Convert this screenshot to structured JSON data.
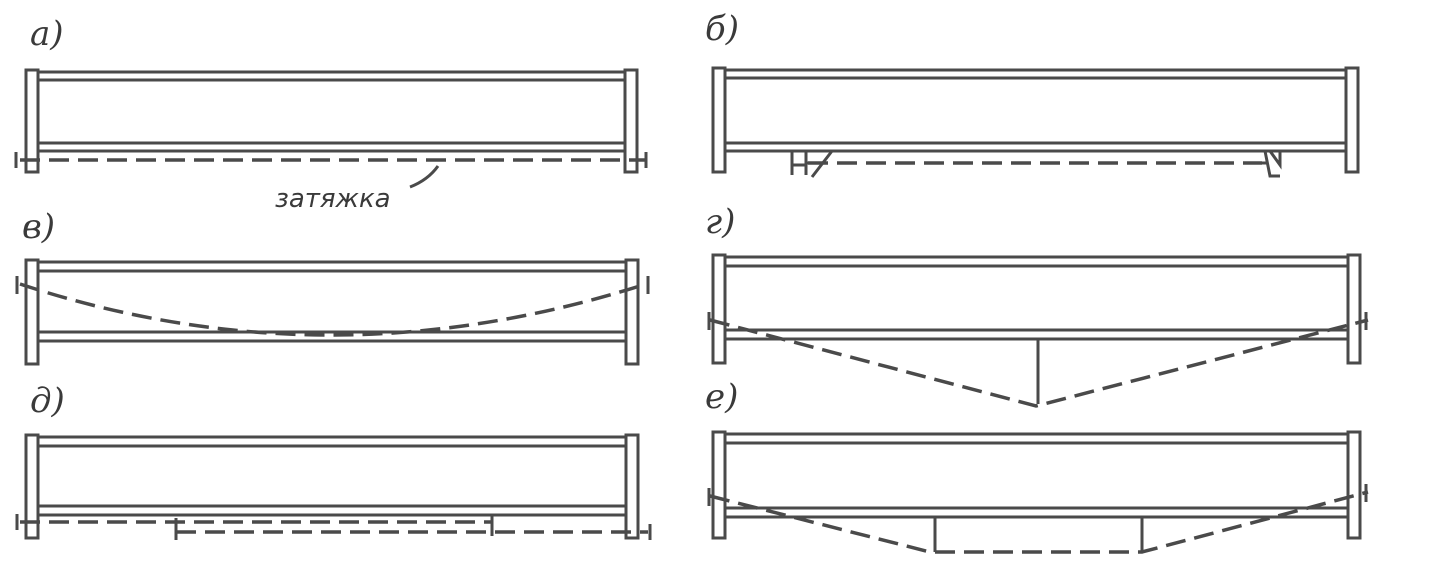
{
  "panels": [
    {
      "label": "а)"
    },
    {
      "label": "б)"
    },
    {
      "label": "в)"
    },
    {
      "label": "г)"
    },
    {
      "label": "д)"
    },
    {
      "label": "е)"
    }
  ],
  "annotation": {
    "text": "затяжка"
  }
}
